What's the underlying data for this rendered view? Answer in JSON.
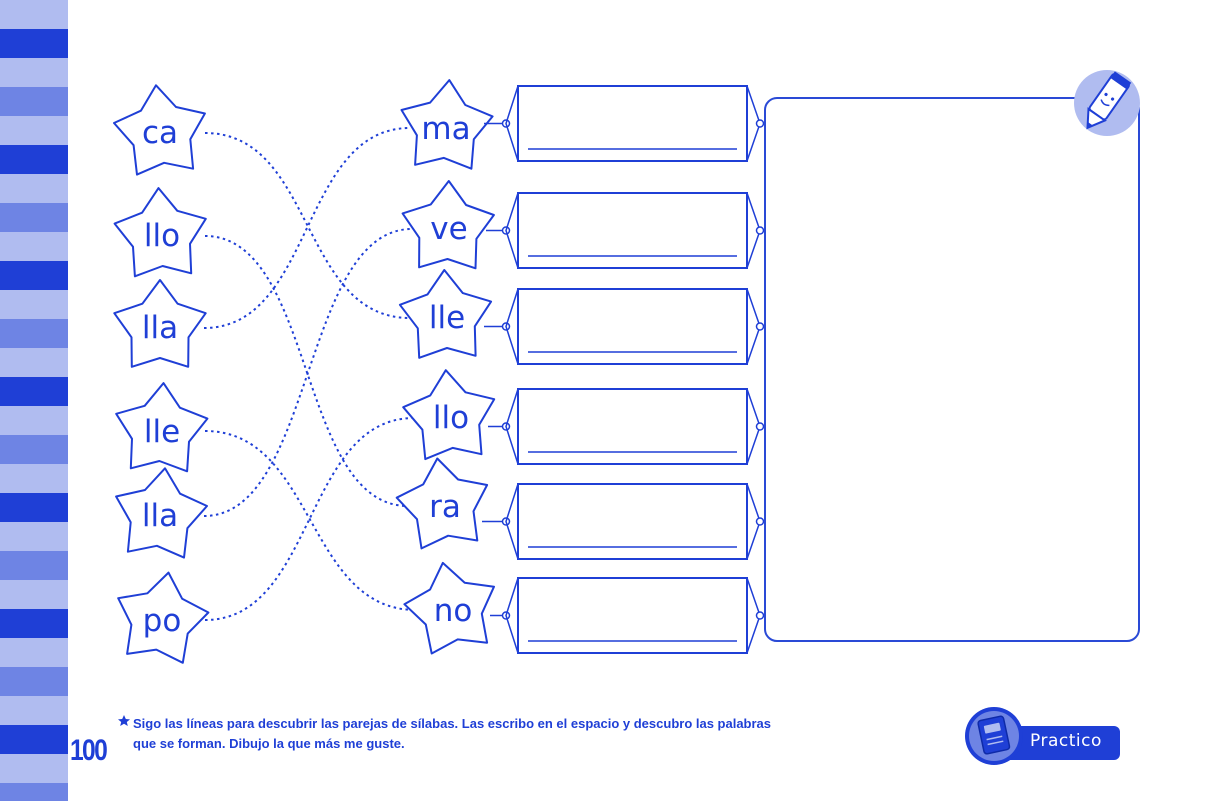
{
  "colors": {
    "primary": "#1f3fd6",
    "medium": "#6e84e4",
    "light": "#b0bcf0",
    "drawing_frame_border": "#2a4ad6"
  },
  "left_syllables": [
    "ca",
    "llo",
    "lla",
    "lle",
    "lla",
    "po"
  ],
  "right_syllables": [
    "ma",
    "ve",
    "lle",
    "llo",
    "ra",
    "no"
  ],
  "page_number": "100",
  "instructions": {
    "line1": "Sigo las líneas para descubrir las parejas de sílabas. Las escribo en el espacio y descubro las palabras",
    "line2": "que se forman. Dibujo la que más me guste."
  },
  "badge": {
    "label": "Practico",
    "icon": "notebook-icon"
  },
  "decor_icon": "pencil-mascot-icon",
  "answer_boxes_count": 6
}
